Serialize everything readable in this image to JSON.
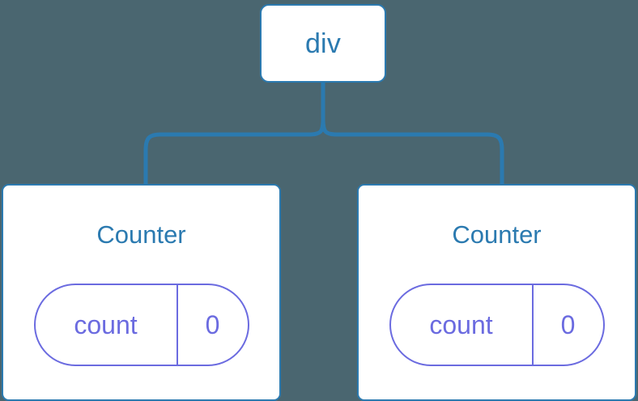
{
  "diagram": {
    "type": "component-tree",
    "background_color": "#4a6670",
    "node_border_color": "#2b7ab0",
    "node_text_color": "#2b7ab0",
    "state_color": "#6b6be0",
    "edge_color": "#2b7ab0",
    "root": {
      "label": "div"
    },
    "children": [
      {
        "title": "Counter",
        "state": {
          "key": "count",
          "value": "0"
        }
      },
      {
        "title": "Counter",
        "state": {
          "key": "count",
          "value": "0"
        }
      }
    ]
  }
}
